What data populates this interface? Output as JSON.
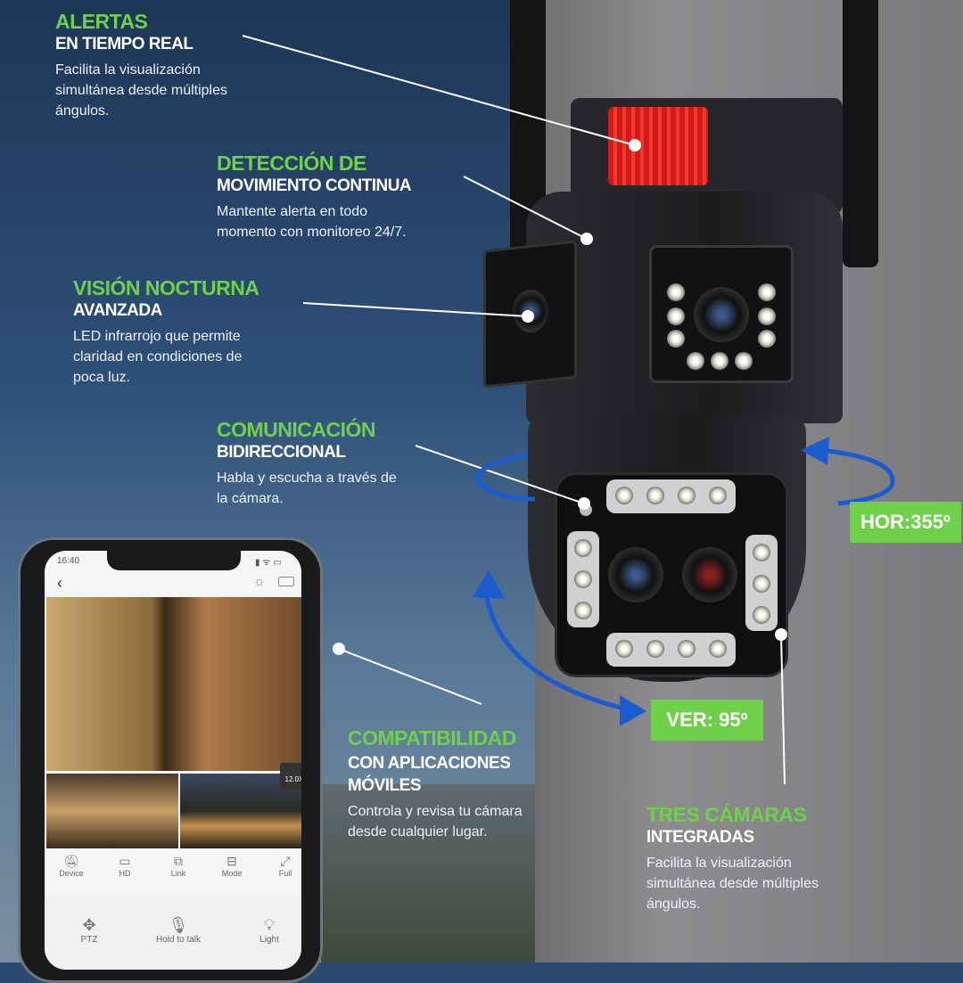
{
  "features": [
    {
      "title": "ALERTAS",
      "subtitle": "EN TIEMPO REAL",
      "desc": [
        "Facilita la visualización",
        "simultánea desde múltiples",
        "ángulos."
      ]
    },
    {
      "title": "DETECCIÓN DE",
      "subtitle": "MOVIMIENTO CONTINUA",
      "desc": [
        "Mantente alerta en todo",
        "momento con monitoreo 24/7."
      ]
    },
    {
      "title": "VISIÓN NOCTURNA",
      "subtitle": "AVANZADA",
      "desc": [
        "LED infrarrojo que permite",
        "claridad en condiciones de",
        "poca luz."
      ]
    },
    {
      "title": "COMUNICACIÓN",
      "subtitle": "BIDIRECCIONAL",
      "desc": [
        "Habla y escucha a través de",
        "la cámara."
      ]
    },
    {
      "title": "COMPATIBILIDAD",
      "subtitle": "CON APLICACIONES",
      "subtitle2": "MÓVILES",
      "desc": [
        "Controla y revisa tu cámara",
        "desde cualquier lugar."
      ]
    },
    {
      "title": "TRES CÁMARAS",
      "subtitle": "INTEGRADAS",
      "desc": [
        "Facilita la visualización",
        "simultánea desde múltiples",
        "ángulos."
      ]
    }
  ],
  "badges": {
    "horizontal": "HOR:355º",
    "vertical": "VER: 95º"
  },
  "colors": {
    "accent": "#6fd14a",
    "rotation_arrow": "#1a5bd0",
    "alert_light": "#e02020"
  },
  "phone": {
    "time": "16:40",
    "zoom": "12.0X",
    "toolbar": [
      {
        "label": "Device",
        "icon": "bell-off-icon"
      },
      {
        "label": "HD",
        "icon": "hd-icon"
      },
      {
        "label": "Link",
        "icon": "link-icon"
      },
      {
        "label": "Mode",
        "icon": "layout-icon"
      },
      {
        "label": "Full",
        "icon": "fullscreen-icon"
      }
    ],
    "controls": [
      {
        "label": "PTZ",
        "icon": "move-icon"
      },
      {
        "label": "Hold to talk",
        "icon": "microphone-icon"
      },
      {
        "label": "Light",
        "icon": "bulb-icon"
      }
    ]
  }
}
